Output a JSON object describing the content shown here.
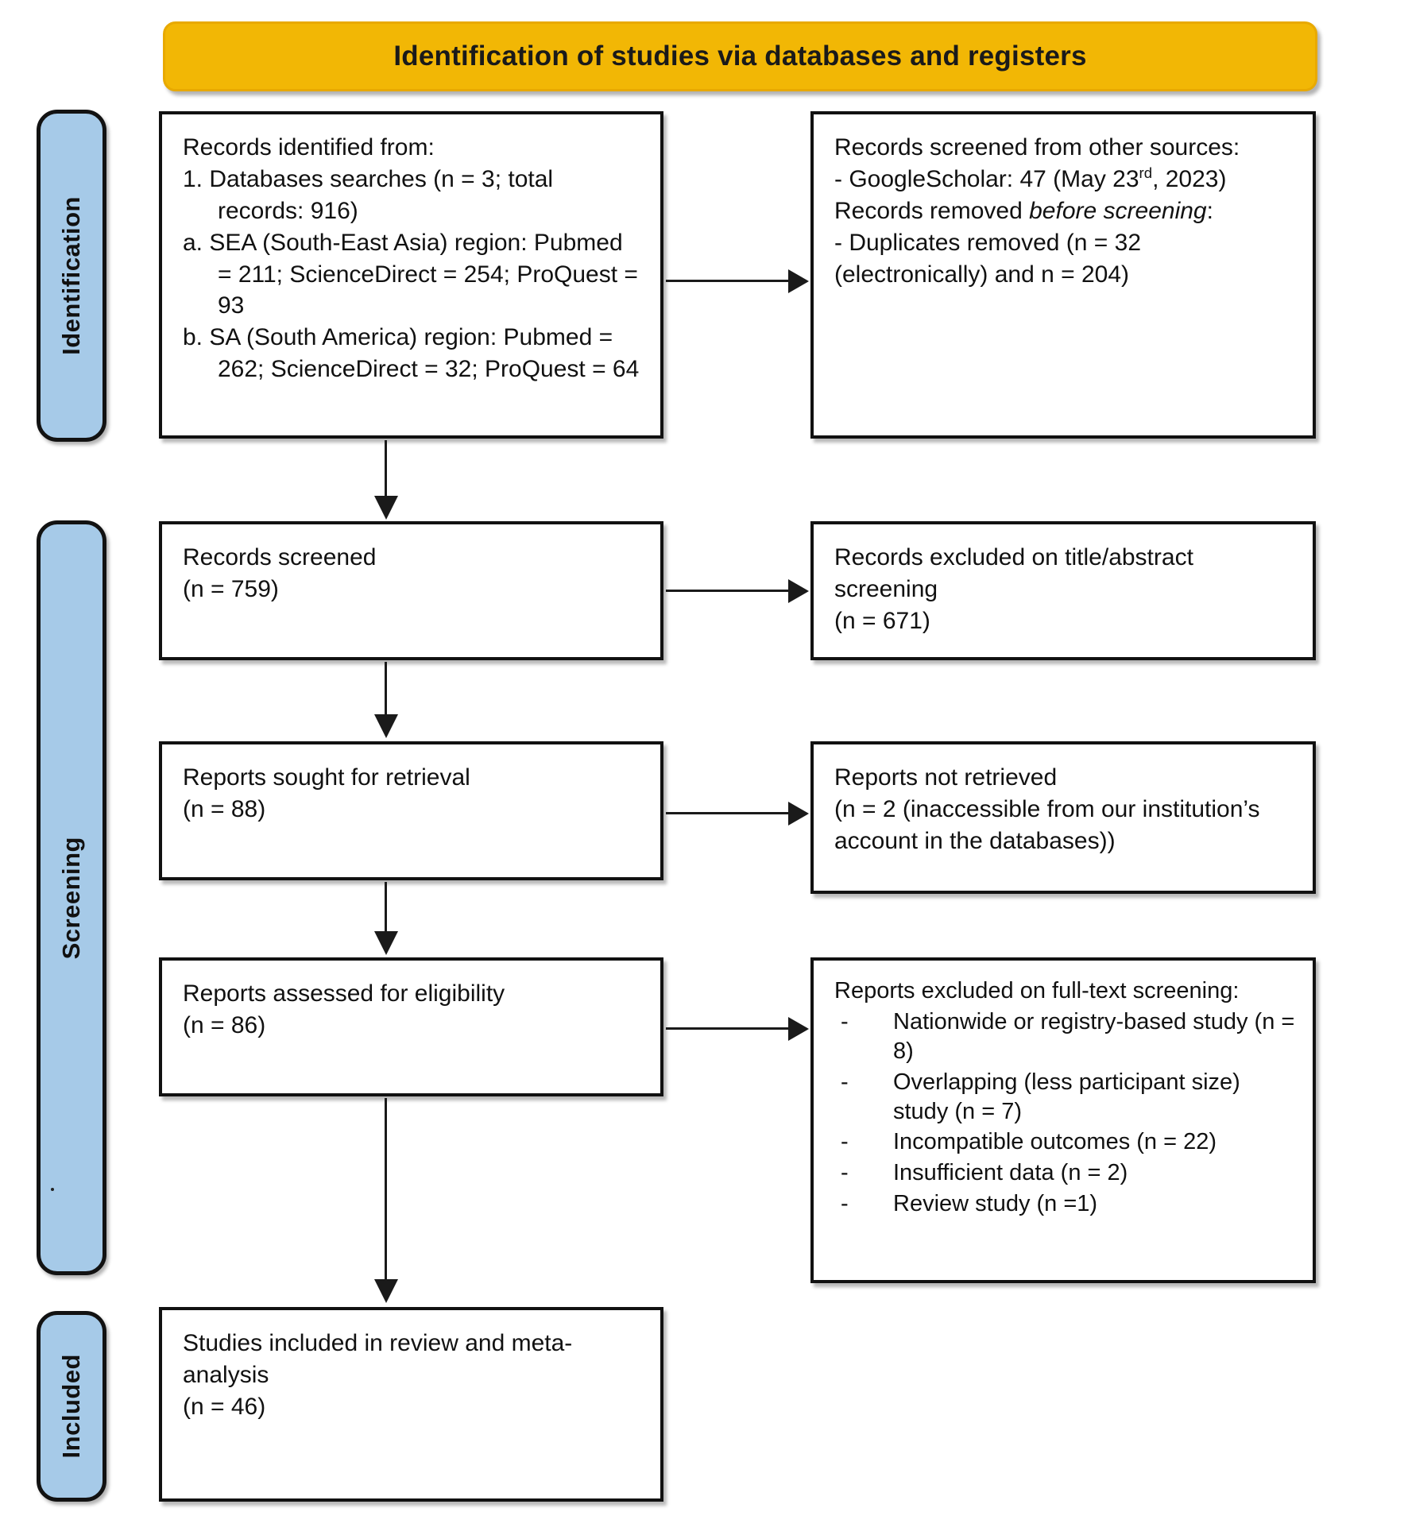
{
  "banner": {
    "title": "Identification of studies via databases and registers"
  },
  "stage_labels": {
    "identification": "Identification",
    "screening": "Screening",
    "included": "Included"
  },
  "boxes": {
    "records_identified": {
      "line1": "Records identified from:",
      "line2": "1. Databases searches (n = 3; total records: 916)",
      "line3": "a. SEA (South-East Asia) region: Pubmed = 211; ScienceDirect = 254; ProQuest = 93",
      "line4": "b. SA (South America) region: Pubmed = 262; ScienceDirect = 32; ProQuest = 64"
    },
    "other_sources": {
      "line1": "Records screened from other sources:",
      "line2_prefix": "- GoogleScholar: 47 (May 23",
      "line2_sup": "rd",
      "line2_suffix": ", 2023)",
      "line3_prefix": "Records removed ",
      "line3_italic_a": "before",
      "line3_italic_b": "screening",
      "line3_suffix": ":",
      "line4": "- Duplicates removed (n = 32 (electronically) and n = 204)"
    },
    "records_screened": {
      "line1": "Records screened",
      "line2": "(n = 759)"
    },
    "records_excluded": {
      "line1": "Records excluded on title/abstract screening",
      "line2": "(n = 671)"
    },
    "reports_sought": {
      "line1": "Reports sought for retrieval",
      "line2": "(n = 88)"
    },
    "reports_not_retrieved": {
      "line1": "Reports not retrieved",
      "line2": "(n = 2 (inaccessible from our institution’s account in the databases))"
    },
    "reports_assessed": {
      "line1": "Reports assessed for eligibility",
      "line2": "(n = 86)"
    },
    "reports_excluded_fulltext": {
      "heading": "Reports excluded on full-text screening:",
      "dash": "-",
      "items": [
        "Nationwide or registry-based study (n = 8)",
        "Overlapping (less participant size) study (n = 7)",
        "Incompatible outcomes (n = 22)",
        "Insufficient data (n = 2)",
        "Review study (n =1)"
      ]
    },
    "studies_included": {
      "line1": "Studies included in review and meta-analysis",
      "line2": "(n = 46)"
    }
  },
  "colors": {
    "banner_fill": "#F2B705",
    "stage_label_fill": "#A6CAE8",
    "box_border": "#111111",
    "arrow": "#1A1A1A"
  }
}
